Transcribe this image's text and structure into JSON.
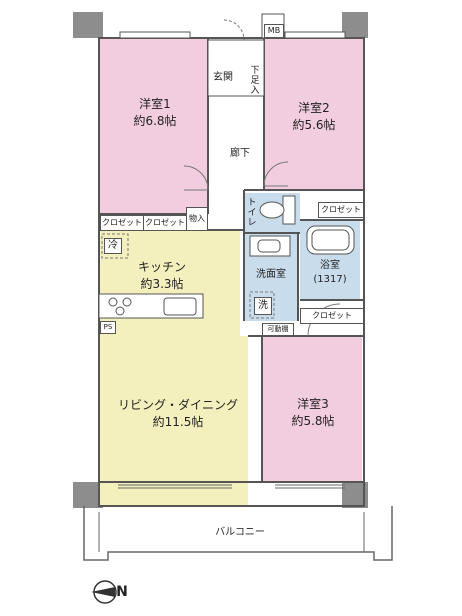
{
  "rooms": {
    "western1": {
      "name": "洋室1",
      "size": "約6.8帖"
    },
    "western2": {
      "name": "洋室2",
      "size": "約5.6帖"
    },
    "western3": {
      "name": "洋室3",
      "size": "約5.8帖"
    },
    "kitchen": {
      "name": "キッチン",
      "size": "約3.3帖"
    },
    "living": {
      "name": "リビング・ダイニング",
      "size": "約11.5帖"
    },
    "bath": {
      "name": "浴室",
      "size": "(1317)"
    },
    "washroom": "洗面室",
    "hallway": "廊下",
    "entrance": "玄関",
    "balcony": "バルコニー"
  },
  "labels": {
    "closet": "クロゼット",
    "storage": "物入",
    "toilet": "トイレ",
    "shoe_box": "下足入",
    "mb": "MB",
    "ps": "PS",
    "fridge": "冷",
    "washer": "洗",
    "movable_shelf": "可動棚",
    "north": "N"
  },
  "colors": {
    "western_rooms": "#f2cde0",
    "ldk": "#f3f0be",
    "wet_area": "#c9dcec",
    "walls": "#8a8a8a"
  }
}
